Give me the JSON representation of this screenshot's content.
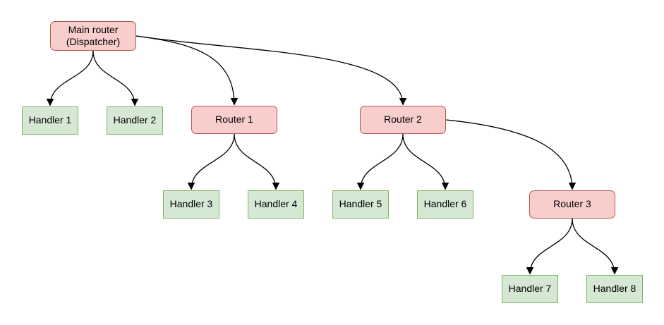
{
  "diagram": {
    "nodes": {
      "main": {
        "label": "Main router\n(Dispatcher)",
        "type": "router"
      },
      "router1": {
        "label": "Router 1",
        "type": "router"
      },
      "router2": {
        "label": "Router 2",
        "type": "router"
      },
      "router3": {
        "label": "Router 3",
        "type": "router"
      },
      "handler1": {
        "label": "Handler 1",
        "type": "handler"
      },
      "handler2": {
        "label": "Handler 2",
        "type": "handler"
      },
      "handler3": {
        "label": "Handler 3",
        "type": "handler"
      },
      "handler4": {
        "label": "Handler 4",
        "type": "handler"
      },
      "handler5": {
        "label": "Handler 5",
        "type": "handler"
      },
      "handler6": {
        "label": "Handler 6",
        "type": "handler"
      },
      "handler7": {
        "label": "Handler 7",
        "type": "handler"
      },
      "handler8": {
        "label": "Handler 8",
        "type": "handler"
      }
    },
    "edges": [
      {
        "from": "main",
        "to": "handler1"
      },
      {
        "from": "main",
        "to": "handler2"
      },
      {
        "from": "main",
        "to": "router1"
      },
      {
        "from": "main",
        "to": "router2"
      },
      {
        "from": "router1",
        "to": "handler3"
      },
      {
        "from": "router1",
        "to": "handler4"
      },
      {
        "from": "router2",
        "to": "handler5"
      },
      {
        "from": "router2",
        "to": "handler6"
      },
      {
        "from": "router2",
        "to": "router3"
      },
      {
        "from": "router3",
        "to": "handler7"
      },
      {
        "from": "router3",
        "to": "handler8"
      }
    ],
    "colors": {
      "router_fill": "#f8cecc",
      "router_border": "#b85450",
      "handler_fill": "#d5e8d4",
      "handler_border": "#82b366",
      "edge": "#000000",
      "background": "#ffffff"
    }
  }
}
